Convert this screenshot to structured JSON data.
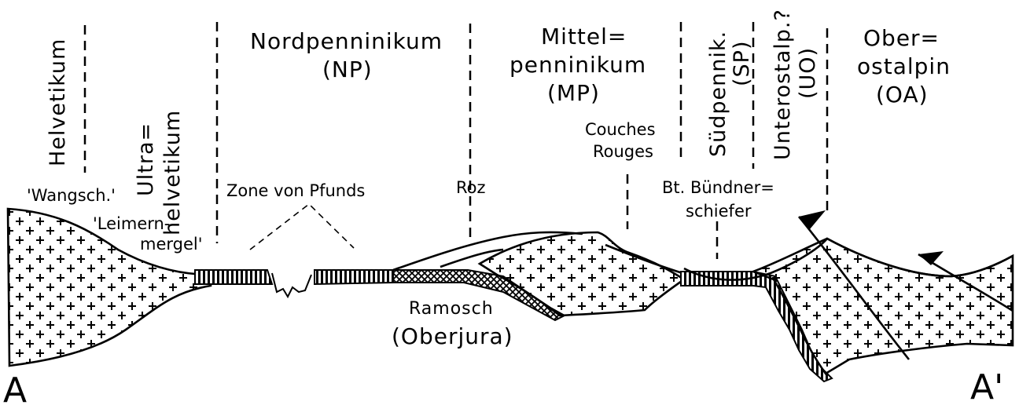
{
  "zones": {
    "helvetikum": "Helvetikum",
    "ultrahelvetikum_line1": "Ultra=",
    "ultrahelvetikum_line2": "helvetikum",
    "nordpenninikum_line1": "Nordpenninikum",
    "nordpenninikum_line2": "(NP)",
    "mittelpenninikum_line1": "Mittel=",
    "mittelpenninikum_line2": "penninikum",
    "mittelpenninikum_line3": "(MP)",
    "suedpenninikum_line1": "Südpennik.",
    "suedpenninikum_line2": "(SP)",
    "unterostalpin_line1": "Unterostalp.?",
    "unterostalpin_line2": "(UO)",
    "oberostalpin_line1": "Ober=",
    "oberostalpin_line2": "ostalpin",
    "oberostalpin_line3": "(OA)"
  },
  "annotations": {
    "wangsch": "'Wangsch.'",
    "leimern_line1": "'Leimern-",
    "leimern_line2": "mergel'",
    "zone_pfunds": "Zone von Pfunds",
    "roz": "Roz",
    "couches_line1": "Couches",
    "couches_line2": "Rouges",
    "buendner_line1": "Bt. Bündner=",
    "buendner_line2": "schiefer",
    "ramosch_line1": "Ramosch",
    "ramosch_line2": "(Oberjura)"
  },
  "profile_ends": {
    "start": "A",
    "end": "A'"
  },
  "colors": {
    "ink": "#000000",
    "paper": "#ffffff"
  }
}
